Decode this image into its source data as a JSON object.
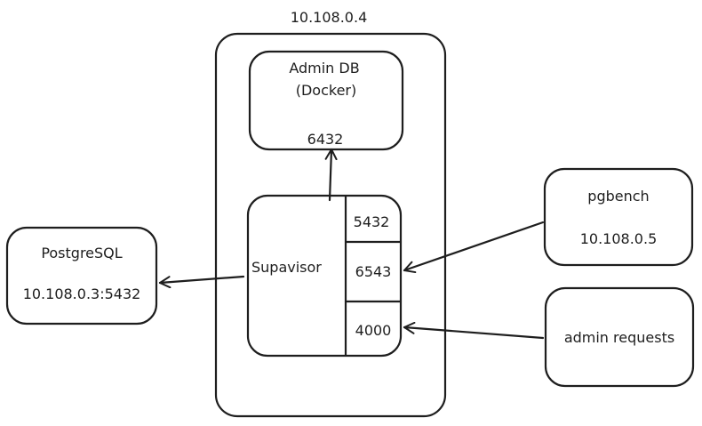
{
  "host": {
    "ip": "10.108.0.4"
  },
  "admin_db": {
    "title": "Admin DB",
    "subtitle": "(Docker)",
    "port": "6432"
  },
  "supavisor": {
    "label": "Supavisor",
    "ports": [
      "5432",
      "6543",
      "4000"
    ]
  },
  "postgres": {
    "title": "PostgreSQL",
    "address": "10.108.0.3:5432"
  },
  "pgbench": {
    "title": "pgbench",
    "ip": "10.108.0.5"
  },
  "admin_requests": {
    "label": "admin requests"
  },
  "colors": {
    "stroke": "#1e1e1e",
    "background": "#ffffff"
  }
}
